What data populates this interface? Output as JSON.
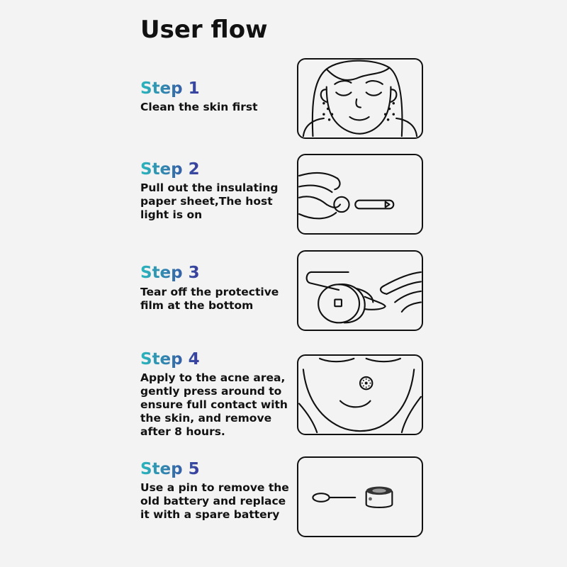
{
  "title": "User flow",
  "steps": [
    {
      "label": "Step 1",
      "description": "Clean the skin first"
    },
    {
      "label": "Step 2",
      "description": "Pull out the insulating paper sheet,The host light is on"
    },
    {
      "label": "Step 3",
      "description": "Tear off the protective film at the bottom"
    },
    {
      "label": "Step 4",
      "description": "Apply to the acne area, gently press around to ensure full contact with the skin, and remove after 8 hours."
    },
    {
      "label": "Step 5",
      "description": "Use a pin to remove the old battery and replace it with a spare battery"
    }
  ],
  "colors": {
    "background": "#f3f3f3",
    "text": "#111111",
    "gradient_start": "#2bb8bd",
    "gradient_end": "#3a3a9c"
  }
}
